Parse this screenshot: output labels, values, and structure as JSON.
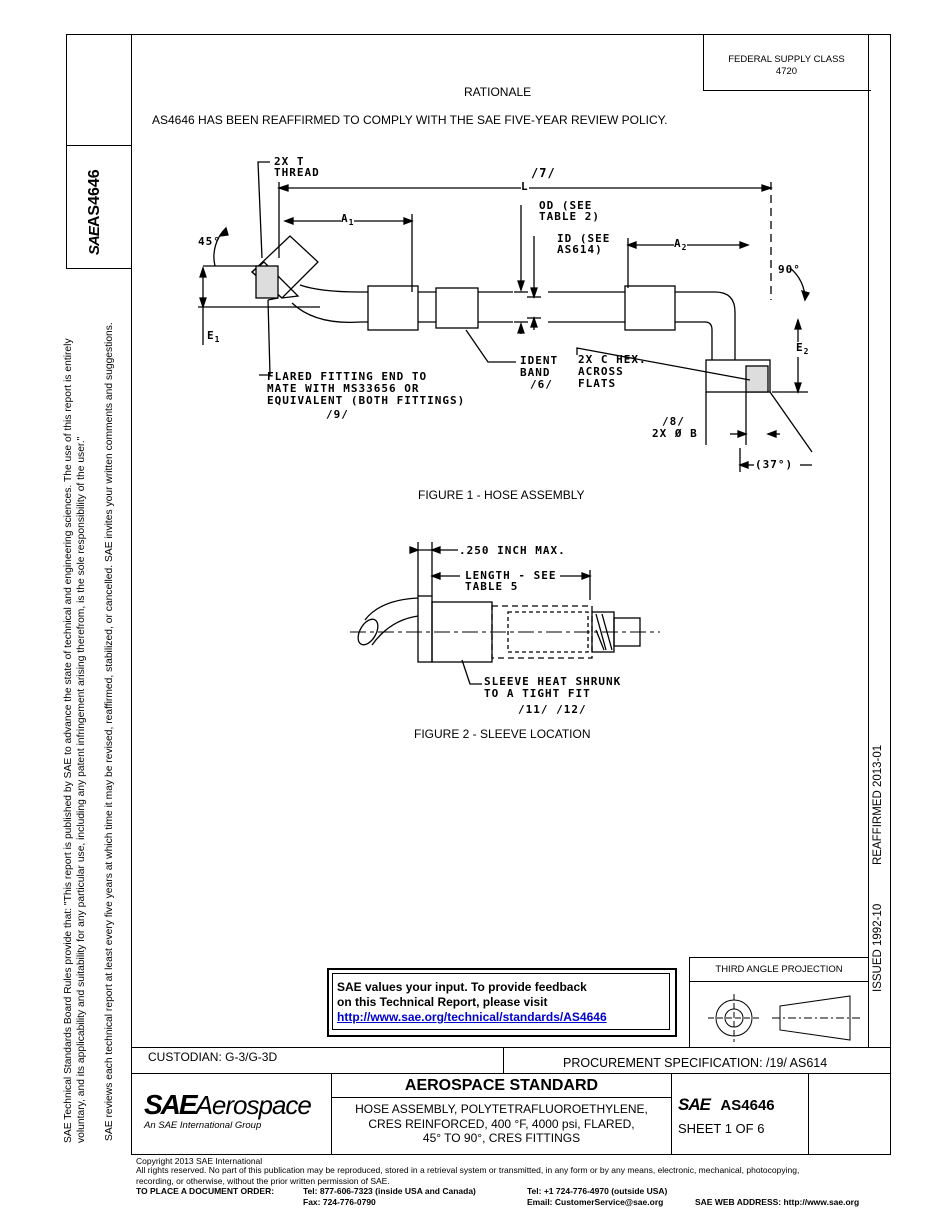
{
  "header": {
    "federal_supply_class": "FEDERAL SUPPLY CLASS",
    "fsc_number": "4720",
    "rationale_title": "RATIONALE",
    "rationale_text": "AS4646 HAS BEEN REAFFIRMED TO COMPLY WITH THE SAE FIVE-YEAR REVIEW POLICY."
  },
  "sidebar": {
    "logo_word": "SAE",
    "doc_number": "AS4646",
    "rules_text_1": "SAE Technical Standards Board Rules provide that: \"This report is published by SAE to advance the state of technical and engineering sciences. The use of this report is entirely",
    "rules_text_2": "voluntary, and its applicability and suitability for any particular use, including any patent infringement arising therefrom, is the sole responsibility of the user.\"",
    "review_text": "SAE reviews each technical report at least every five years at which time it may be revised, reaffirmed, stabilized, or cancelled. SAE invites your written comments and suggestions."
  },
  "right_strip": {
    "reaffirmed": "REAFFIRMED 2013-01",
    "issued": "ISSUED 1992-10"
  },
  "figure1": {
    "caption": "FIGURE 1 - HOSE ASSEMBLY",
    "thread_callout_1": "2X T",
    "thread_callout_2": "THREAD",
    "ref_7": "/7/",
    "length_label": "L",
    "a1": "A",
    "a1_sub": "1",
    "a2": "A",
    "a2_sub": "2",
    "angle_45": "45°",
    "angle_90": "90°",
    "e1": "E",
    "e1_sub": "1",
    "e2": "E",
    "e2_sub": "2",
    "od_1": "OD (SEE",
    "od_2": "TABLE 2)",
    "id_1": "ID (SEE",
    "id_2": "AS614)",
    "flared_1": "FLARED FITTING END TO",
    "flared_2": "MATE WITH MS33656 OR",
    "flared_3": "EQUIVALENT (BOTH FITTINGS)",
    "flared_ref": "/9/",
    "ident_1": "IDENT",
    "ident_2": "BAND",
    "ident_ref": "/6/",
    "hex_1": "2X C HEX.",
    "hex_2": "ACROSS",
    "hex_3": "FLATS",
    "b_ref": "/8/",
    "b_label": "2X Ø B",
    "angle_37": "(37°)"
  },
  "figure2": {
    "caption": "FIGURE 2 - SLEEVE LOCATION",
    "max_label": ".250 INCH MAX.",
    "length_1": "LENGTH - SEE",
    "length_2": "TABLE 5",
    "sleeve_1": "SLEEVE HEAT SHRUNK",
    "sleeve_2": "TO A TIGHT FIT",
    "sleeve_ref": "/11/ /12/"
  },
  "feedback": {
    "line1": "SAE values your input. To provide feedback",
    "line2": "on this Technical Report, please visit",
    "link": "http://www.sae.org/technical/standards/AS4646"
  },
  "projection": {
    "title": "THIRD ANGLE PROJECTION"
  },
  "title_block": {
    "custodian": "CUSTODIAN: G-3/G-3D",
    "procurement": "PROCUREMENT SPECIFICATION: /19/ AS614",
    "logo_sae": "SAE",
    "logo_aerospace": "Aerospace",
    "logo_tagline": "An SAE International Group",
    "standard_type": "AEROSPACE STANDARD",
    "title_1": "HOSE ASSEMBLY, POLYTETRAFLUOROETHYLENE,",
    "title_2": "CRES REINFORCED, 400 °F, 4000 psi, FLARED,",
    "title_3": "45° TO 90°, CRES FITTINGS",
    "doc_logo": "SAE",
    "doc_number": "AS4646",
    "sheet": "SHEET 1 OF 6"
  },
  "footer": {
    "copyright": "Copyright 2013 SAE International",
    "rights_1": "All rights reserved. No part of this publication may be reproduced, stored in a retrieval system or transmitted, in any form or by any means, electronic, mechanical, photocopying,",
    "rights_2": "recording, or otherwise, without the prior written permission of SAE.",
    "order_label": "TO PLACE A DOCUMENT ORDER:",
    "tel_us": "Tel:  877-606-7323 (inside USA and Canada)",
    "fax": "Fax:  724-776-0790",
    "tel_intl": "Tel:  +1 724-776-4970 (outside USA)",
    "email": "Email: CustomerService@sae.org",
    "web": "SAE WEB ADDRESS: http://www.sae.org"
  }
}
